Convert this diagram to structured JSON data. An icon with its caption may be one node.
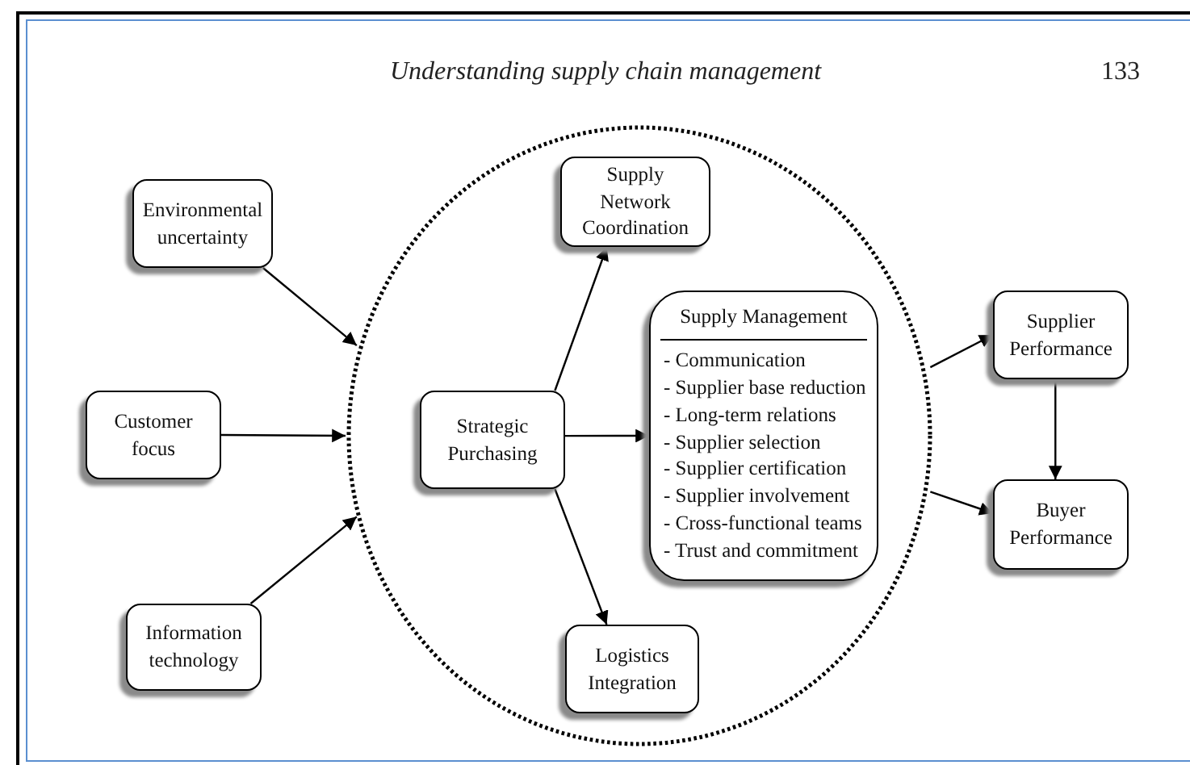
{
  "diagram": {
    "title": "Understanding supply chain management",
    "nodes": [
      {
        "text": [
          "Environmental uncertainty"
        ]
      },
      {
        "text": [
          "Customer focus"
        ]
      },
      {
        "text": [
          "Information technology"
        ]
      },
      {
        "text": [],
        "shape": "circle"
      },
      {
        "text": [
          "Supply Network Coordination"
        ],
        "in": 3
      },
      {
        "text": [
          "Strategic Purchasing"
        ],
        "in": 3
      },
      {
        "text": [
          "Supply Management",
          "- Communication",
          "- Supplier base reduction",
          "- Long-term relations",
          "- Supplier selection",
          "- Supplier certification",
          "- Supplier involvement",
          "- Cross-functional teams",
          "- Trust and commitment"
        ],
        "in": 3
      },
      {
        "text": [
          "Logistics Integration"
        ],
        "in": 3
      },
      {
        "text": [
          "Supplier Performance"
        ]
      },
      {
        "text": [
          "Buyer Performance"
        ]
      }
    ],
    "edges": [
      {
        "from": 0,
        "to": 3,
        "arrow": "to"
      },
      {
        "from": 1,
        "to": 3,
        "arrow": "to"
      },
      {
        "from": 2,
        "to": 3,
        "arrow": "to"
      },
      {
        "from": 5,
        "to": 4,
        "arrow": "to"
      },
      {
        "from": 5,
        "to": 6,
        "arrow": "to"
      },
      {
        "from": 5,
        "to": 7,
        "arrow": "to"
      },
      {
        "from": 3,
        "to": 8,
        "arrow": "to"
      },
      {
        "from": 3,
        "to": 9,
        "arrow": "to"
      },
      {
        "from": 8,
        "to": 9,
        "arrow": "to"
      }
    ],
    "labels": [
      "133"
    ]
  }
}
